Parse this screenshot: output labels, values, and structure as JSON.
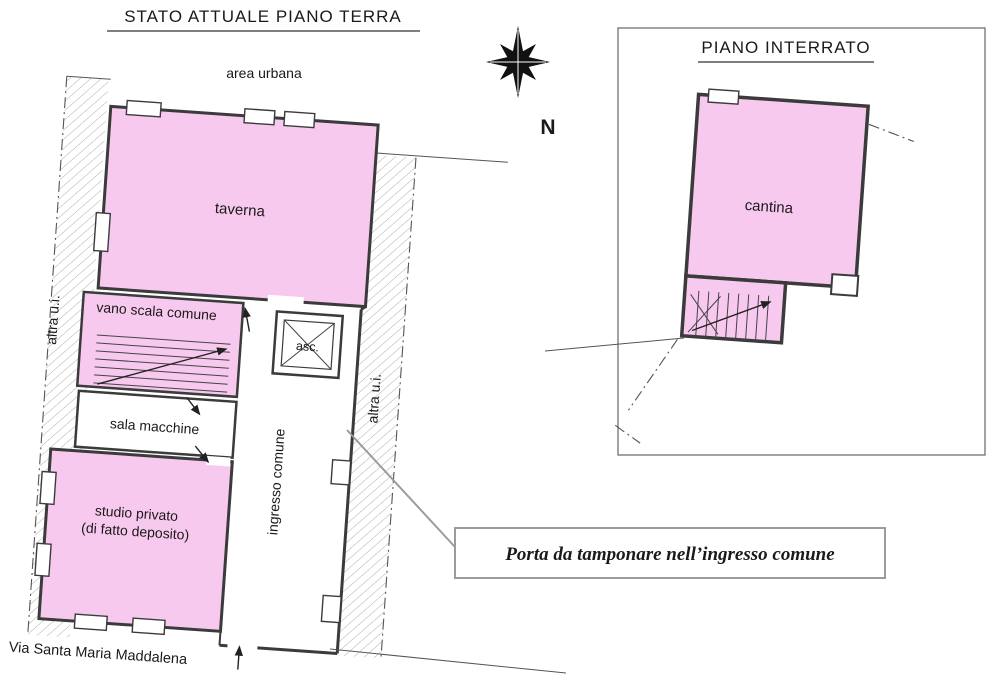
{
  "colors": {
    "pink": "#f8c9ee",
    "wall": "#3b3b3b",
    "hatch": "#9a9a9a",
    "boundary": "#555555",
    "leader": "#9b9b9b",
    "text": "#1a1a1a"
  },
  "ground_floor": {
    "title": "STATO ATTUALE PIANO TERRA",
    "context_label": "area urbana",
    "street_label": "Via Santa Maria Maddalena",
    "adjacent_unit_left": "altra u.i.",
    "adjacent_unit_right": "altra u.i.",
    "rooms": {
      "taverna": "taverna",
      "stairwell": "vano scala comune",
      "elevator": "asc.",
      "machine_room": "sala macchine",
      "studio_line1": "studio privato",
      "studio_line2": "(di fatto deposito)",
      "entrance_hall": "ingresso comune"
    }
  },
  "compass": {
    "north": "N"
  },
  "basement": {
    "title": "PIANO INTERRATO",
    "rooms": {
      "cantina": "cantina"
    }
  },
  "annotation": {
    "text": "Porta da tamponare nell’ingresso comune"
  }
}
